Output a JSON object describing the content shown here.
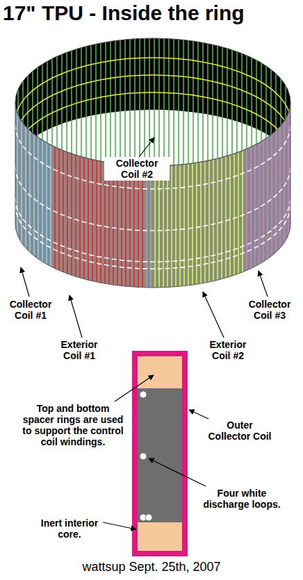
{
  "diagram": {
    "title": "17\" TPU - Inside the ring",
    "labels": [
      "Collector Coil #2",
      "Collector Coil #1",
      "Exterior Coil #1",
      "Exterior Coil #2",
      "Collector Coil #3",
      "Top and bottom spacer rings are used to support the control coil windings.",
      "Outer Collector Coil",
      "Four white discharge loops.",
      "Inert interior core."
    ],
    "caption": "wattsup Sept. 25th, 2007"
  }
}
